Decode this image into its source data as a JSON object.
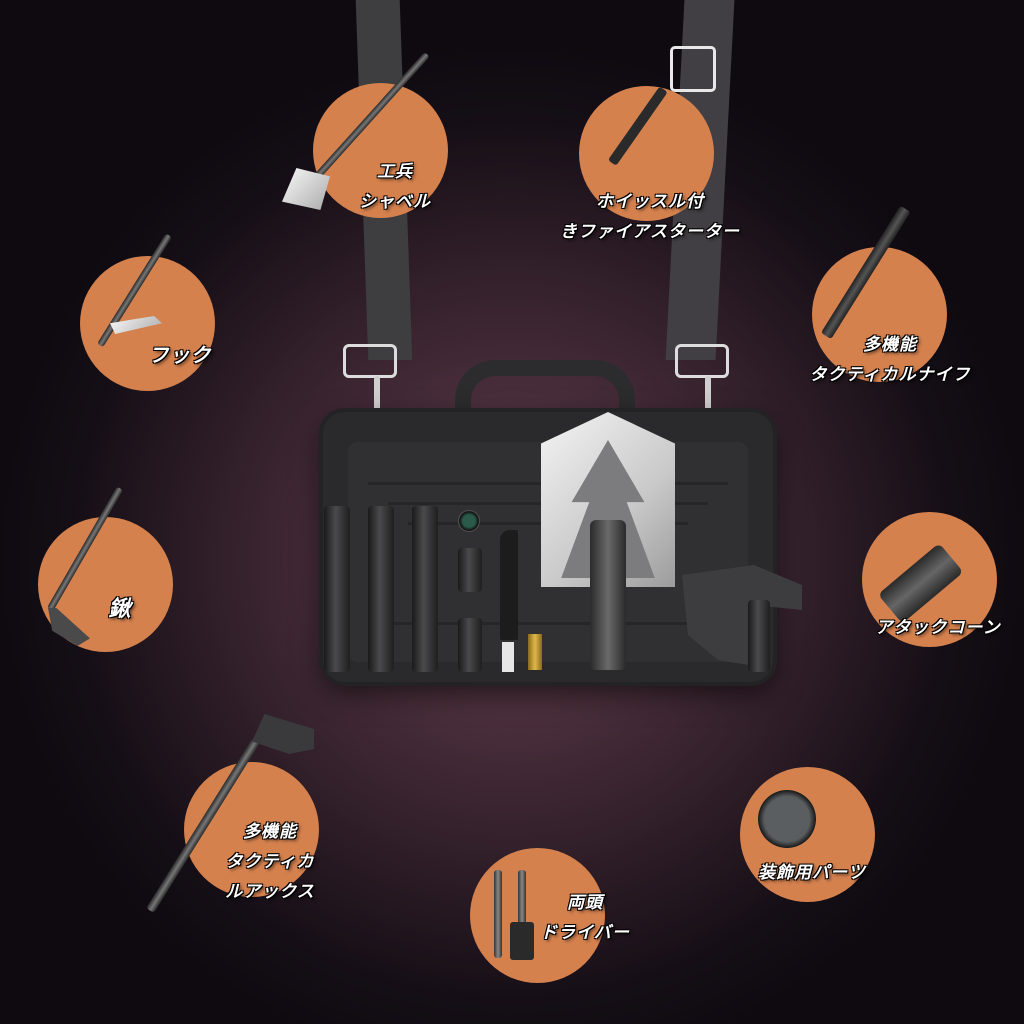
{
  "product": {
    "description": "Multi-tool tactical shovel kit in carrying case with shoulder strap",
    "accent_color": "#d4814e",
    "background_color": "#2e1d27",
    "label_color": "#ffffff"
  },
  "callouts": [
    {
      "id": "engineer-shovel",
      "lines": [
        "工兵",
        "シャベル"
      ],
      "icon": "shovel-icon"
    },
    {
      "id": "fire-starter",
      "lines": [
        "ホイッスル付",
        "きファイアスターター"
      ],
      "icon": "fire-starter-icon"
    },
    {
      "id": "hook",
      "lines": [
        "フック"
      ],
      "icon": "hook-icon"
    },
    {
      "id": "tactical-knife",
      "lines": [
        "多機能",
        "タクティカルナイフ"
      ],
      "icon": "knife-icon"
    },
    {
      "id": "hoe",
      "lines": [
        "鍬"
      ],
      "icon": "hoe-icon"
    },
    {
      "id": "attack-cone",
      "lines": [
        "アタックコーン"
      ],
      "icon": "attack-cone-icon"
    },
    {
      "id": "tactical-axe",
      "lines": [
        "多機能",
        "タクティカ",
        "ルアックス"
      ],
      "icon": "axe-icon"
    },
    {
      "id": "decorative-parts",
      "lines": [
        "装飾用パーツ"
      ],
      "icon": "decorative-cap-icon"
    },
    {
      "id": "double-screwdriver",
      "lines": [
        "両頭",
        "ドライバー"
      ],
      "icon": "screwdriver-icon"
    }
  ]
}
